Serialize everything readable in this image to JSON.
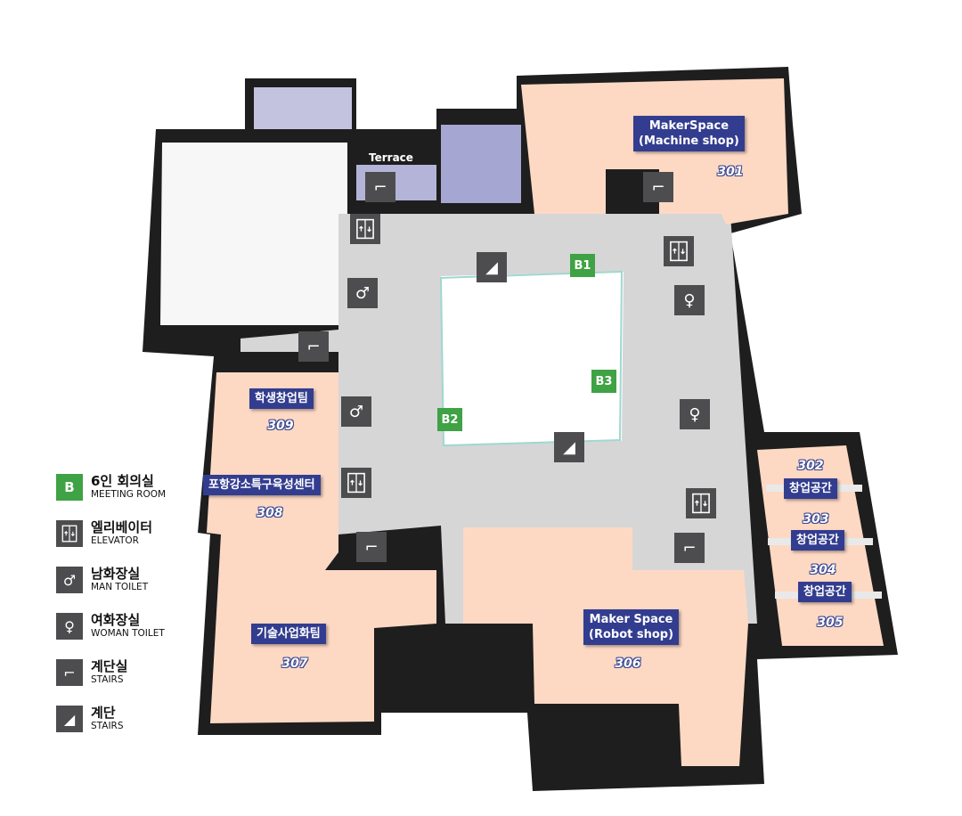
{
  "rooms": [
    {
      "label": "MakerSpace\n(Machine shop)",
      "number": "301"
    },
    {
      "label": "창업공간",
      "number": "302"
    },
    {
      "label": "창업공간",
      "number": "303"
    },
    {
      "label": "창업공간",
      "number": "304"
    },
    {
      "number": "305"
    },
    {
      "label": "Maker Space\n(Robot shop)",
      "number": "306"
    },
    {
      "label": "기술사업화팀",
      "number": "307"
    },
    {
      "label": "포항강소특구육성센터",
      "number": "308"
    },
    {
      "label": "학생창업팀",
      "number": "309"
    }
  ],
  "terrace": "Terrace",
  "meeting_rooms": [
    "B1",
    "B2",
    "B3"
  ],
  "legend": [
    {
      "icon": "meeting-room",
      "badge": "B",
      "ko": "6인 회의실",
      "en": "MEETING ROOM"
    },
    {
      "icon": "elevator",
      "ko": "엘리베이터",
      "en": "ELEVATOR"
    },
    {
      "icon": "man-toilet",
      "ko": "남화장실",
      "en": "MAN TOILET"
    },
    {
      "icon": "woman-toilet",
      "ko": "여화장실",
      "en": "WOMAN TOILET"
    },
    {
      "icon": "stairwell",
      "ko": "계단실",
      "en": "STAIRS"
    },
    {
      "icon": "stairs",
      "ko": "계단",
      "en": "STAIRS"
    }
  ],
  "colors": {
    "room": "#fdd9c4",
    "corridor": "#d9d9d9",
    "wall": "#1e1e1e",
    "label": "#333d8f",
    "meeting": "#3fa244",
    "icon": "#4d4d4f",
    "utility": "#a8a8cc"
  }
}
